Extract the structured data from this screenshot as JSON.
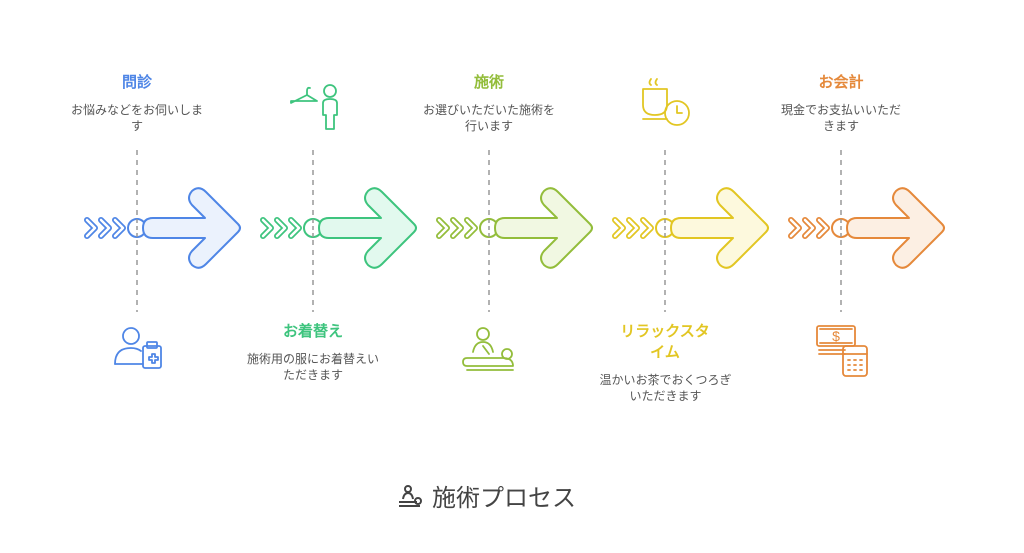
{
  "steps": [
    {
      "title": "問診",
      "desc": "お悩みなどをお伺いします",
      "color": "#4f86e6",
      "fill": "#ebf2fd",
      "icon": "doctor-clipboard-icon"
    },
    {
      "title": "お着替え",
      "desc": "施術用の服にお着替えいただきます",
      "color": "#3ec47e",
      "fill": "#e2f9ee",
      "icon": "hanger-person-icon"
    },
    {
      "title": "施術",
      "desc": "お選びいただいた施術を行います",
      "color": "#93bd3b",
      "fill": "#f1f8e2",
      "icon": "massage-icon"
    },
    {
      "title": "リラックスタイム",
      "desc": "温かいお茶でおくつろぎいただきます",
      "color": "#e2c623",
      "fill": "#fdf9dd",
      "icon": "tea-clock-icon"
    },
    {
      "title": "お会計",
      "desc": "現金でお支払いいただきます",
      "color": "#e5893b",
      "fill": "#fcefe3",
      "icon": "money-calculator-icon"
    }
  ],
  "footer": {
    "title": "施術プロセス",
    "icon": "massage-icon"
  }
}
